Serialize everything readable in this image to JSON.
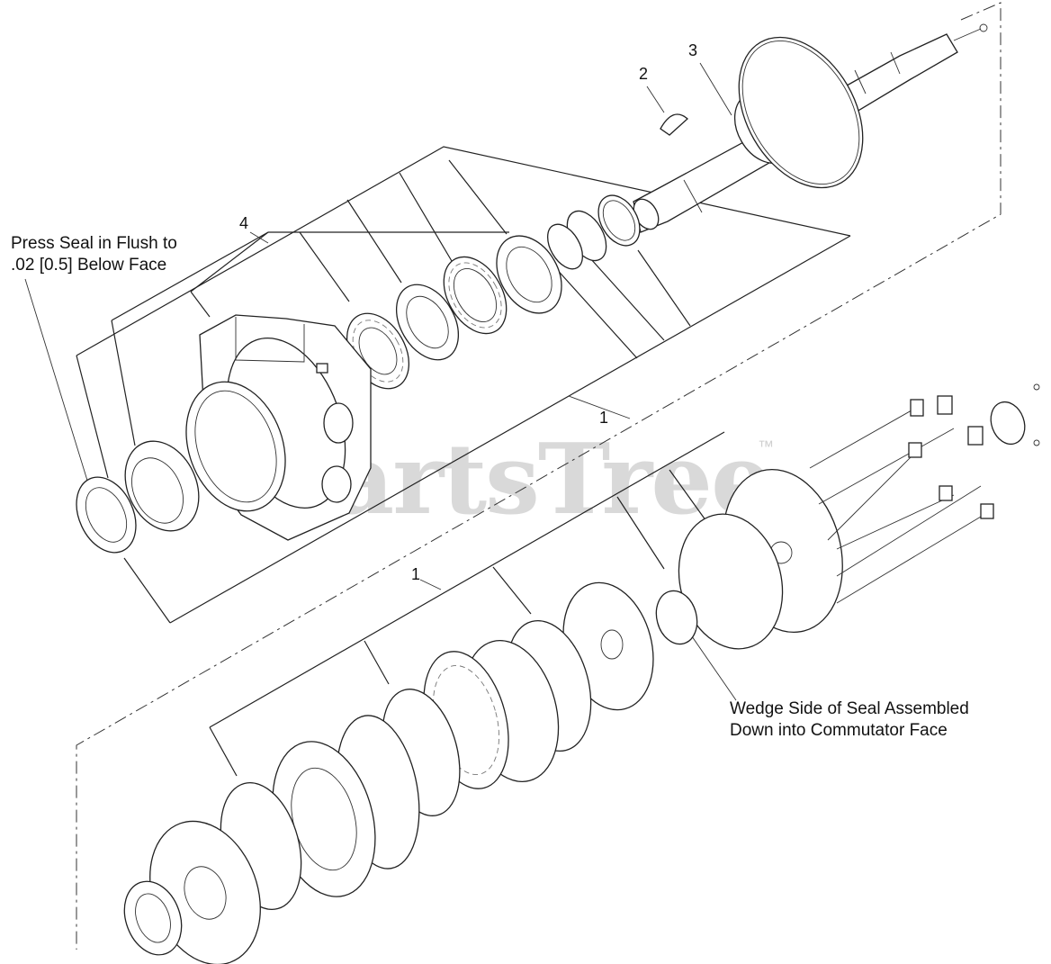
{
  "watermark": {
    "text": "PartsTree",
    "trademark": "™"
  },
  "notes": {
    "press_seal": [
      "Press Seal in Flush to",
      ".02 [0.5] Below Face"
    ],
    "wedge_side": [
      "Wedge Side of Seal Assembled",
      "Down into Commutator Face"
    ]
  },
  "callouts": {
    "assembly_upper": "1",
    "assembly_lower": "1",
    "key": "2",
    "shaft": "3",
    "housing_kit": "4"
  }
}
